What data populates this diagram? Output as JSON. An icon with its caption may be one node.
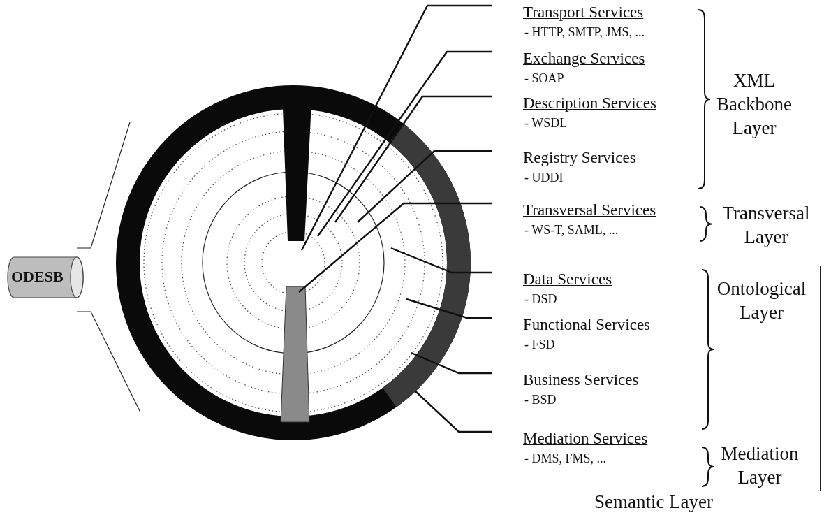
{
  "diagram": {
    "nodes": [
      {
        "text": [
          "ODESB"
        ]
      },
      {
        "text": [
          "Transport Services",
          "- HTTP, SMTP, JMS, ..."
        ]
      },
      {
        "text": [
          "Exchange Services",
          "- SOAP"
        ]
      },
      {
        "text": [
          "Description Services",
          "- WSDL"
        ]
      },
      {
        "text": [
          "Registry Services",
          "- UDDI"
        ]
      },
      {
        "text": [
          "Transversal Services",
          "- WS-T, SAML, ..."
        ]
      },
      {
        "text": [
          "Semantic Layer"
        ]
      },
      {
        "text": [
          "Data Services",
          "- DSD"
        ],
        "in": 6
      },
      {
        "text": [
          "Functional Services",
          "- FSD"
        ],
        "in": 6
      },
      {
        "text": [
          "Business Services",
          "- BSD"
        ],
        "in": 6
      },
      {
        "text": [
          "Mediation Services",
          "- DMS, FMS, ..."
        ],
        "in": 6
      }
    ],
    "edges": [
      {
        "from": 1,
        "to": null,
        "arrow": "none"
      },
      {
        "from": 2,
        "to": null,
        "arrow": "none"
      },
      {
        "from": 3,
        "to": null,
        "arrow": "none"
      },
      {
        "from": 4,
        "to": null,
        "arrow": "none"
      },
      {
        "from": 5,
        "to": null,
        "arrow": "none"
      },
      {
        "from": 7,
        "to": null,
        "arrow": "none"
      },
      {
        "from": 8,
        "to": null,
        "arrow": "none"
      },
      {
        "from": 9,
        "to": null,
        "arrow": "none"
      },
      {
        "from": 10,
        "to": null,
        "arrow": "none"
      }
    ],
    "labels": [
      "XML Backbone Layer",
      "Transversal Layer",
      "Ontological Layer",
      "Mediation Layer"
    ]
  }
}
